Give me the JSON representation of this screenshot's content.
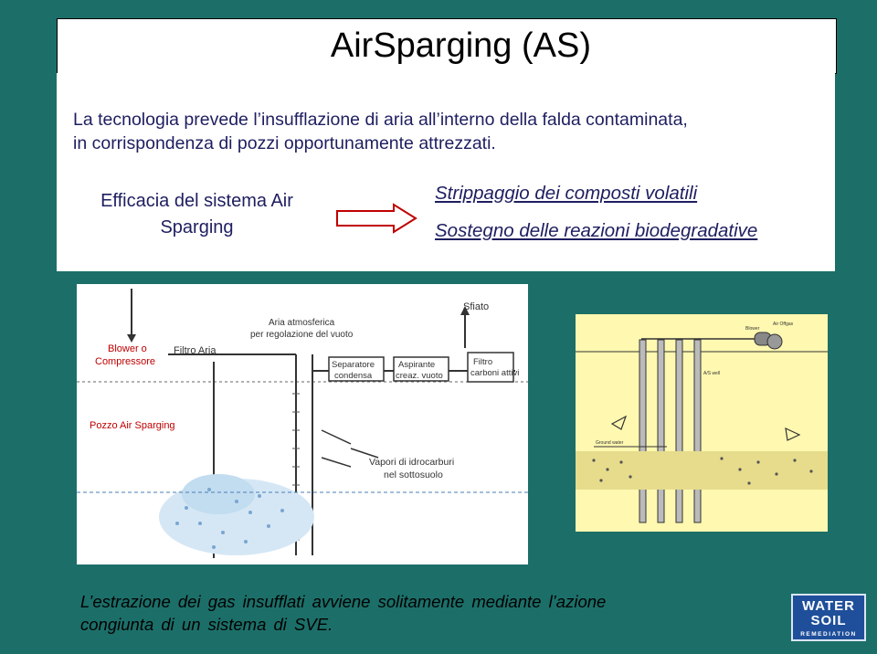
{
  "title": "AirSparging (AS)",
  "intro": {
    "line1": "La tecnologia prevede l’insufflazione di aria all’interno della falda contaminata,",
    "line2": "in corrispondenza di pozzi opportunamente attrezzati."
  },
  "efficacia": {
    "line1": "Efficacia del sistema Air",
    "line2": "Sparging"
  },
  "effects": [
    "Strippaggio dei composti volatili",
    "Sostegno delle reazioni biodegradative"
  ],
  "diagram_left": {
    "blower": [
      "Blower o",
      "Compressore"
    ],
    "filtro_aria": "Filtro Aria",
    "aria_atmosferica": [
      "Aria atmosferica",
      "per regolazione del vuoto"
    ],
    "sfiato": "Sfiato",
    "separatore": [
      "Separatore",
      "condensa"
    ],
    "aspirante": [
      "Aspirante",
      "creaz. vuoto"
    ],
    "filtro_carboni": [
      "Filtro",
      "carboni attivi"
    ],
    "pozzo": "Pozzo Air Sparging",
    "vapori": [
      "Vapori di idrocarburi",
      "nel sottosuolo"
    ]
  },
  "diagram_right": {
    "blower": "Blower",
    "exhaust": "Air Offgas",
    "as_well": "A/S well",
    "ground_water": "Ground water"
  },
  "bottom": {
    "line1": "L’estrazione dei gas insufflati avviene solitamente mediante l’azione",
    "line2": "congiunta di un sistema di SVE."
  },
  "logo": {
    "line1": "WATER",
    "line2": "SOIL",
    "line3": "REMEDIATION"
  },
  "colors": {
    "background": "#1c6f69",
    "text_blue": "#1e1e60",
    "diagram_right_bg": "#fff8b0",
    "logo_bg": "#1f4f9a"
  }
}
